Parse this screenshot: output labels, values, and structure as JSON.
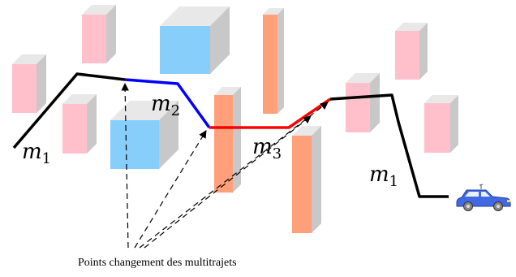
{
  "caption": "Points changement des multitrajets",
  "segment_labels": [
    {
      "id": "m1-left",
      "base": "m",
      "sub": "1"
    },
    {
      "id": "m2",
      "base": "m",
      "sub": "2"
    },
    {
      "id": "m3",
      "base": "m",
      "sub": "3"
    },
    {
      "id": "m1-right",
      "base": "m",
      "sub": "1"
    }
  ],
  "colors": {
    "path_m1": "#000000",
    "path_m2": "#0000ff",
    "path_m3": "#ff0000",
    "pink_front": "#ffc0cb",
    "blue_front": "#87cefa",
    "orange_front": "#ffa07a",
    "side_gray": "#c8c8c8",
    "top_light": "#e6e6e6",
    "car_body": "#4169e1"
  },
  "icons": [
    "car-icon"
  ]
}
